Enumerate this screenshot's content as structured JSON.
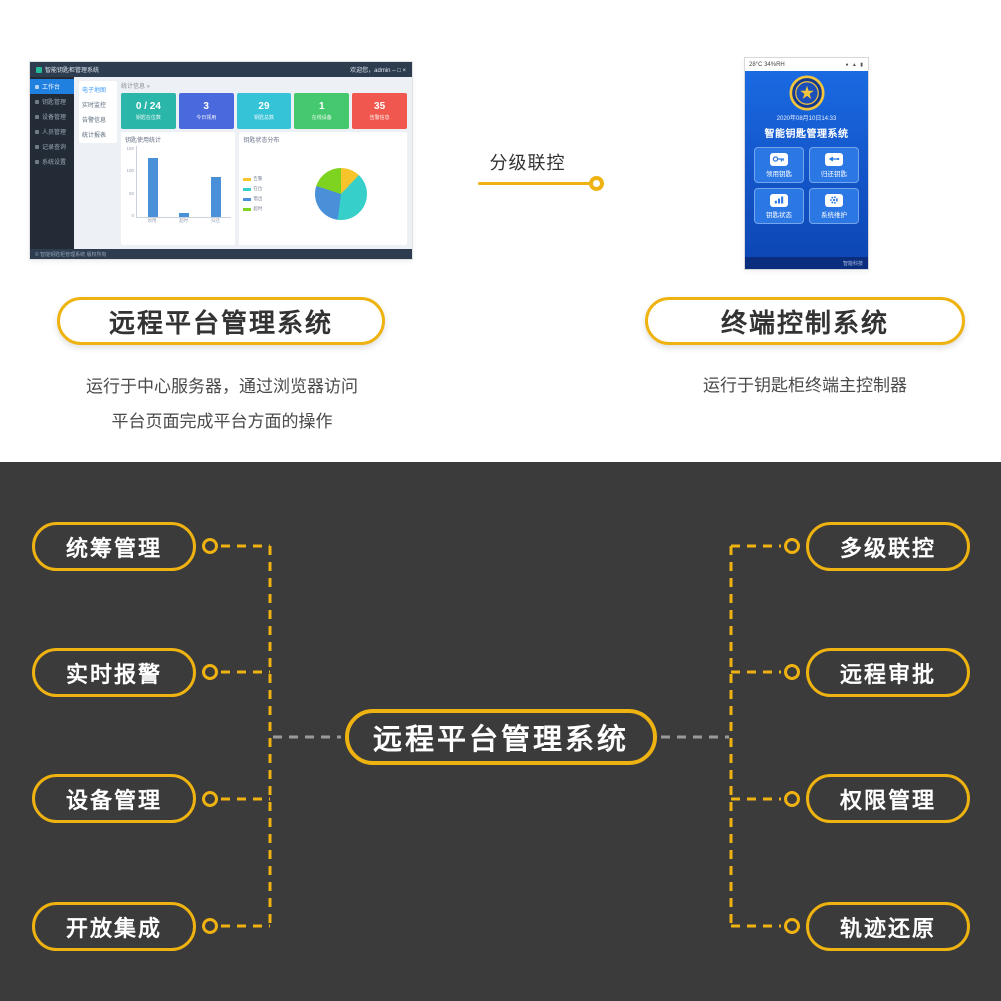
{
  "colors": {
    "gold": "#eeb211",
    "dark_bg": "#3b3b3b",
    "connector_gray": "#9a9a9a",
    "sidebar_active_blue": "#2080e0",
    "phone_blue": "#1355c9"
  },
  "top": {
    "dashboard": {
      "titlebar": {
        "title": "智能钥匙柜管理系统",
        "user": "欢迎您，admin",
        "window_controls": "– □ ×"
      },
      "sidebar_items": [
        "工作台",
        "钥匙管理",
        "设备管理",
        "人员管理",
        "记录查询",
        "系统设置"
      ],
      "menu_items": [
        "电子地图",
        "实时监控",
        "告警信息",
        "统计报表"
      ],
      "stats_title": "统计信息 »",
      "stats": [
        {
          "value": "0 / 24",
          "label": "钥匙在位数",
          "color": "#2ab7a9"
        },
        {
          "value": "3",
          "label": "今日领用",
          "color": "#4a69dd"
        },
        {
          "value": "29",
          "label": "钥匙总数",
          "color": "#35c3d8"
        },
        {
          "value": "1",
          "label": "在线设备",
          "color": "#45c96e"
        },
        {
          "value": "35",
          "label": "告警信息",
          "color": "#f0584f"
        }
      ],
      "footer": "© 智能钥匙柜管理系统 版权所有"
    },
    "phone": {
      "status_left": "28°C  34%RH",
      "status_icons": "● ▲ ▮",
      "date": "2020年08月10日14:33",
      "title": "智能钥匙管理系统",
      "buttons": [
        {
          "label": "领用钥匙",
          "icon": "key-icon"
        },
        {
          "label": "归还钥匙",
          "icon": "return-key-icon"
        },
        {
          "label": "钥匙状态",
          "icon": "key-status-icon"
        },
        {
          "label": "系统维护",
          "icon": "gear-icon"
        }
      ],
      "footer": "智能科技"
    },
    "connector_label": "分级联控",
    "left_block": {
      "title": "远程平台管理系统",
      "desc1": "运行于中心服务器，通过浏览器访问",
      "desc2": "平台页面完成平台方面的操作"
    },
    "right_block": {
      "title": "终端控制系统",
      "desc": "运行于钥匙柜终端主控制器"
    }
  },
  "diagram": {
    "center": "远程平台管理系统",
    "left_nodes": [
      "统筹管理",
      "实时报警",
      "设备管理",
      "开放集成"
    ],
    "right_nodes": [
      "多级联控",
      "远程审批",
      "权限管理",
      "轨迹还原"
    ]
  },
  "chart_data": [
    {
      "type": "bar",
      "title": "钥匙使用统计",
      "categories": [
        "领用",
        "超时",
        "归还"
      ],
      "values": [
        130,
        8,
        88
      ],
      "ylim": [
        0,
        150
      ],
      "yticks": [
        150,
        100,
        50,
        0
      ],
      "bar_color": "#4a90d9",
      "xlabel": "",
      "ylabel": "",
      "legend_position": "none"
    },
    {
      "type": "pie",
      "title": "钥匙状态分布",
      "labels": [
        "告警",
        "在位",
        "借出",
        "超时"
      ],
      "values": [
        12,
        40,
        28,
        20
      ],
      "colors": [
        "#f7c52b",
        "#36cfc9",
        "#4a90d9",
        "#7ed321"
      ],
      "legend_position": "left"
    }
  ]
}
